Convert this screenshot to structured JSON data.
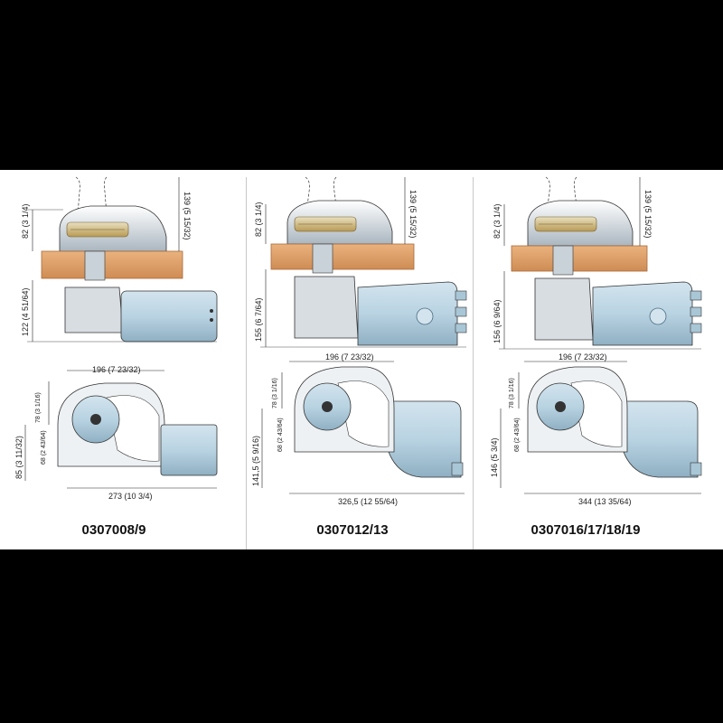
{
  "models": [
    {
      "name": "0307008/9",
      "side": {
        "top_height": "139 (5 15/32)",
        "upper_height": "82 (3 1/4)",
        "lower_height": "122 (4 51/64)"
      },
      "plan": {
        "width": "196 (7 23/32)",
        "depth_outer": "78 (3 1/16)",
        "depth_inner": "68 (2 43/64)",
        "depth_base": "85 (3 11/32)",
        "overall": "273 (10 3/4)"
      }
    },
    {
      "name": "0307012/13",
      "side": {
        "top_height": "139 (5 15/32)",
        "upper_height": "82 (3 1/4)",
        "lower_height": "155 (6 7/64)"
      },
      "plan": {
        "width": "196 (7 23/32)",
        "depth_outer": "78 (3 1/16)",
        "depth_inner": "68 (2 43/64)",
        "depth_base": "141,5 (5 9/16)",
        "overall": "326,5 (12 55/64)"
      }
    },
    {
      "name": "0307016/17/18/19",
      "side": {
        "top_height": "139 (5 15/32)",
        "upper_height": "82 (3 1/4)",
        "lower_height": "156 (6 9/64)"
      },
      "plan": {
        "width": "196 (7 23/32)",
        "depth_outer": "78 (3 1/16)",
        "depth_inner": "68 (2 43/64)",
        "depth_base": "146 (5 3/4)",
        "overall": "344 (13 35/64)"
      }
    }
  ],
  "colors": {
    "deck": "#e0a56e",
    "deck_edge": "#a86a3a",
    "motor": "#b9d3e2",
    "motor_dark": "#8fb0c3",
    "housing": "#dfe5ea",
    "chrome": "#f2f4f6",
    "line": "#222222"
  }
}
